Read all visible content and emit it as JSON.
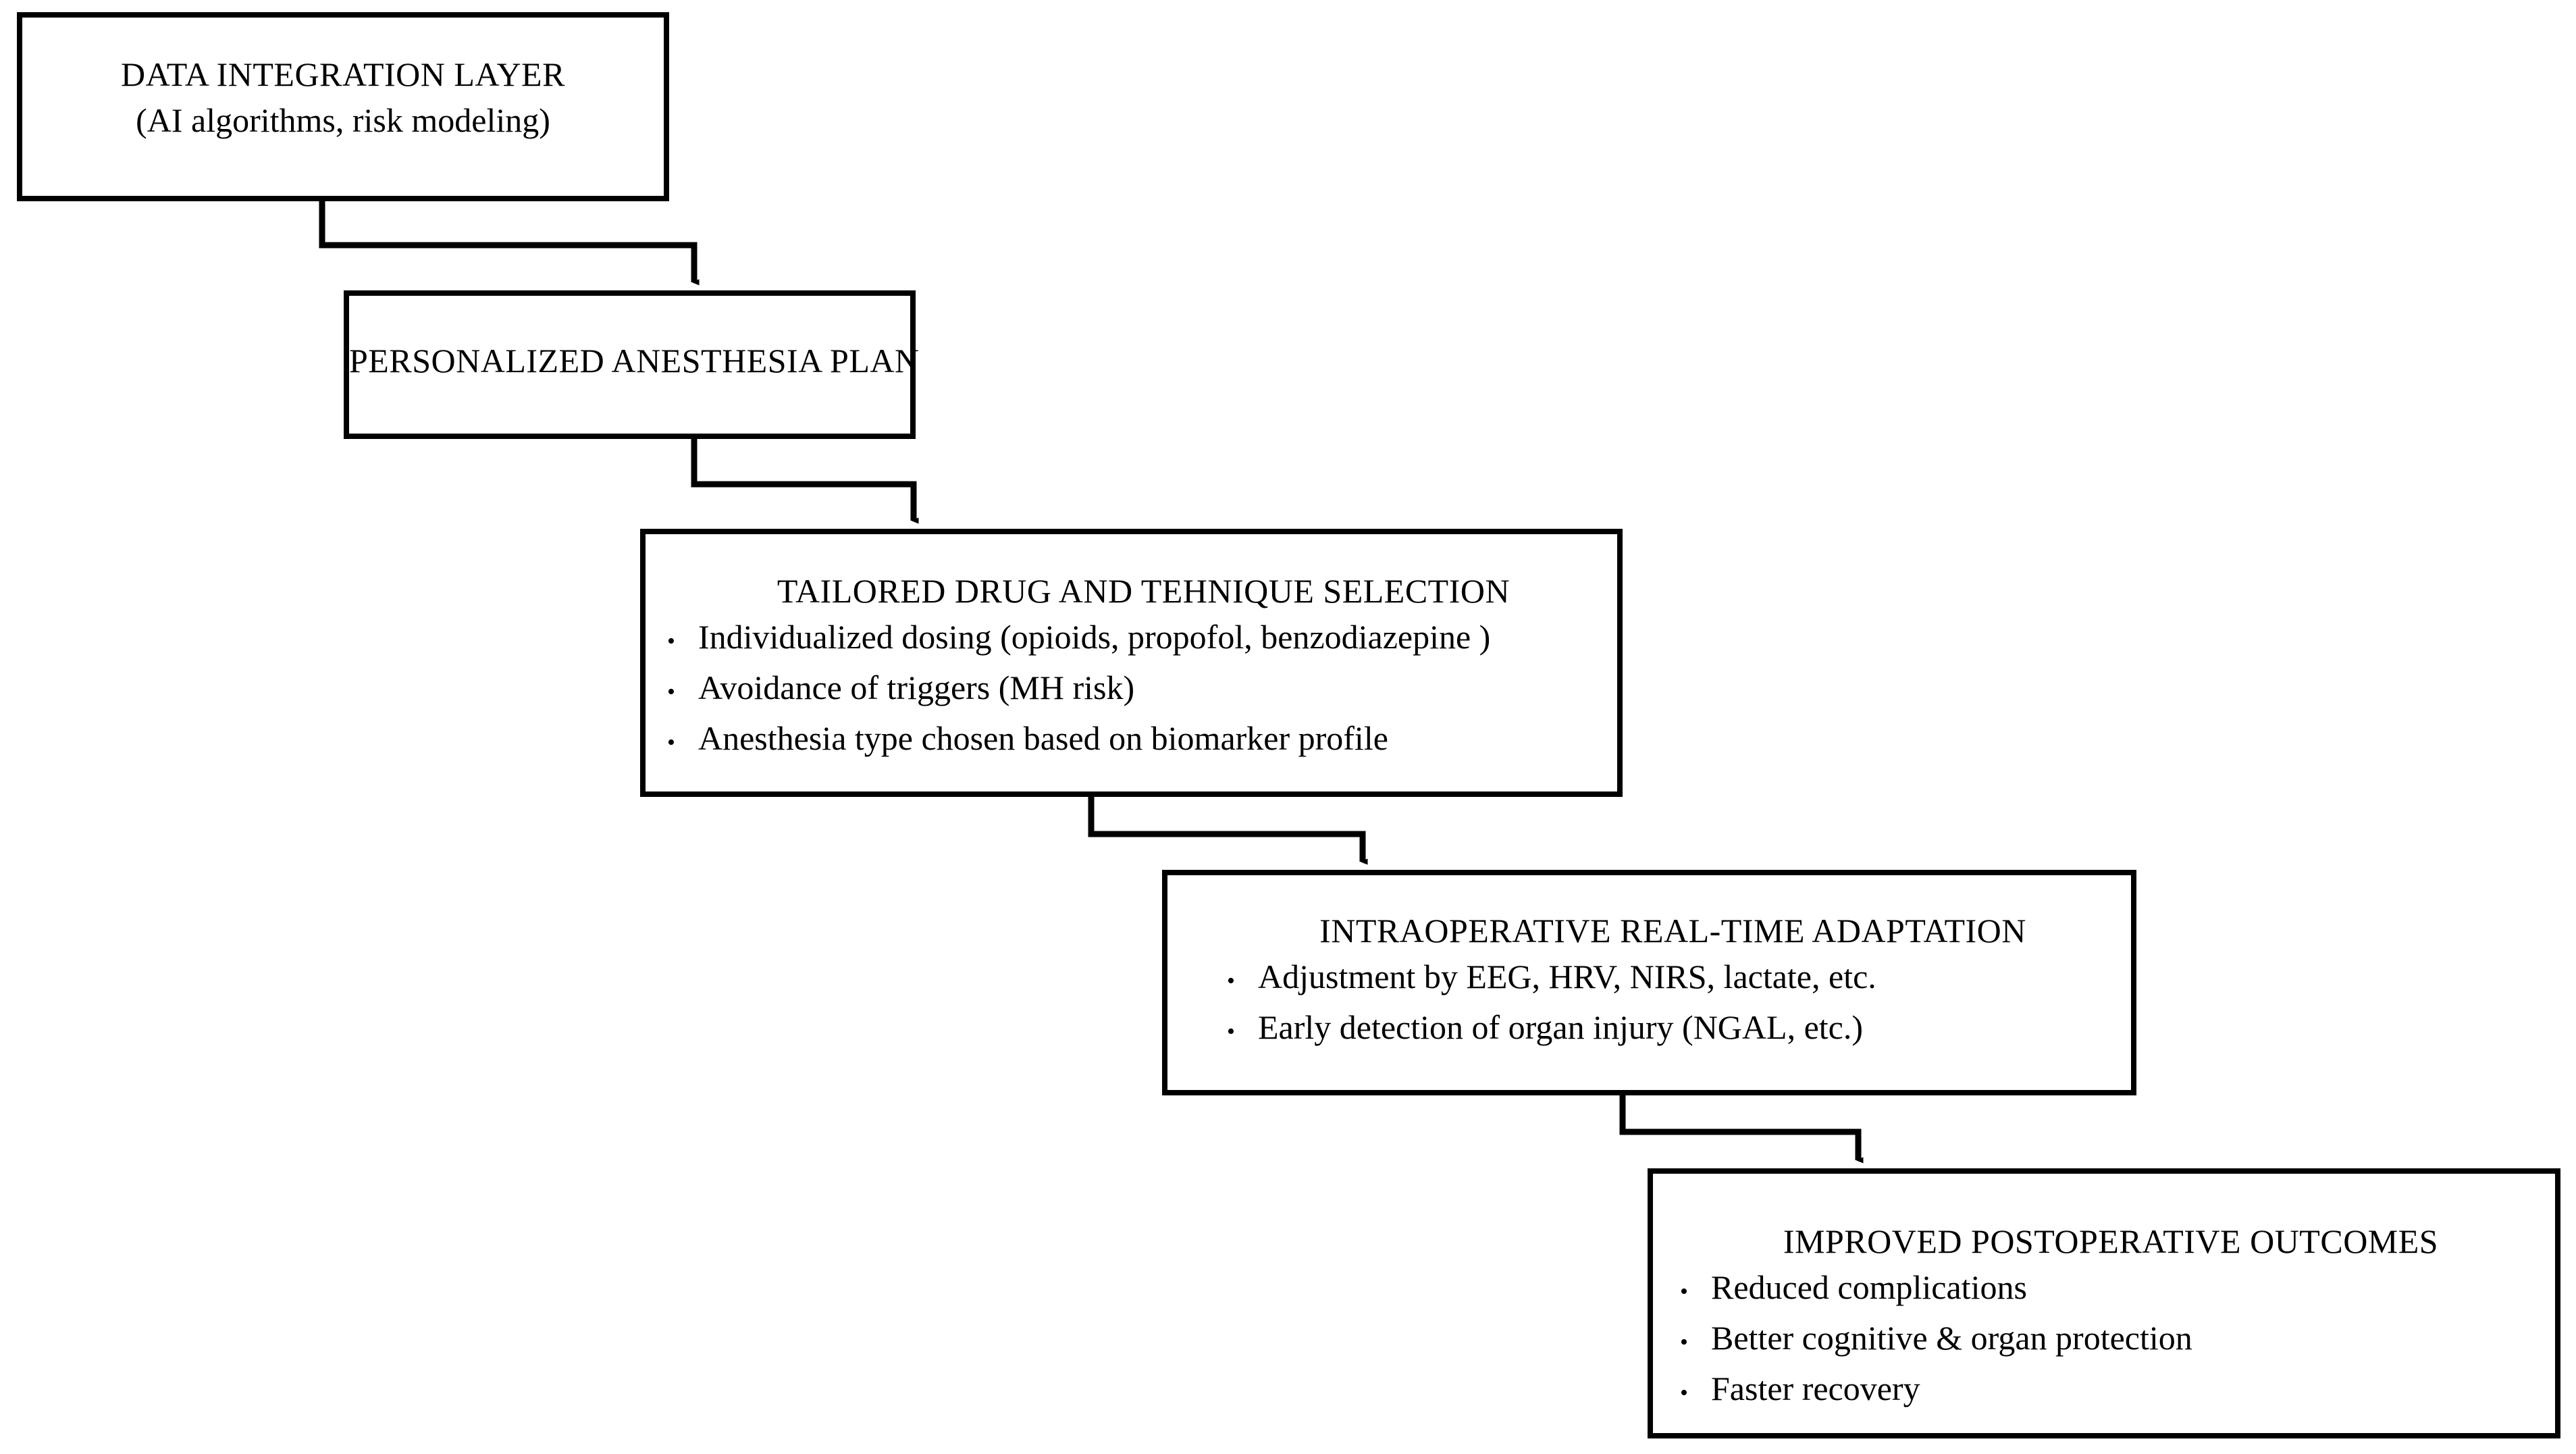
{
  "diagram": {
    "title": "Personalized anesthesia workflow flowchart",
    "background_color": "#ffffff",
    "line_color": "#000000",
    "text_color": "#000000"
  },
  "nodes": [
    {
      "id": "data-integration",
      "title": "DATA INTEGRATION LAYER",
      "subtitle": "(AI algorithms, risk modeling)",
      "bullets": []
    },
    {
      "id": "personalized-plan",
      "title": "PERSONALIZED ANESTHESIA PLAN",
      "subtitle": "",
      "bullets": []
    },
    {
      "id": "tailored-drug",
      "title": "TAILORED DRUG AND TEHNIQUE SELECTION",
      "subtitle": "",
      "bullets": [
        "Individualized dosing (opioids, propofol, benzodiazepine )",
        "Avoidance of triggers (MH risk)",
        "Anesthesia type chosen based on biomarker profile"
      ]
    },
    {
      "id": "intraoperative",
      "title": "INTRAOPERATIVE REAL-TIME ADAPTATION",
      "subtitle": "",
      "bullets": [
        "Adjustment by EEG, HRV, NIRS, lactate, etc.",
        "Early detection of organ injury (NGAL, etc.)"
      ]
    },
    {
      "id": "improved-outcomes",
      "title": "IMPROVED POSTOPERATIVE OUTCOMES",
      "subtitle": "",
      "bullets": [
        "Reduced complications",
        "Better cognitive & organ protection",
        "Faster recovery"
      ]
    }
  ],
  "bullet_glyph": "•",
  "connectors": [
    {
      "id": "c1",
      "from": "data-integration",
      "to": "personalized-plan"
    },
    {
      "id": "c2",
      "from": "personalized-plan",
      "to": "tailored-drug"
    },
    {
      "id": "c3",
      "from": "tailored-drug",
      "to": "intraoperative"
    },
    {
      "id": "c4",
      "from": "intraoperative",
      "to": "improved-outcomes"
    }
  ]
}
